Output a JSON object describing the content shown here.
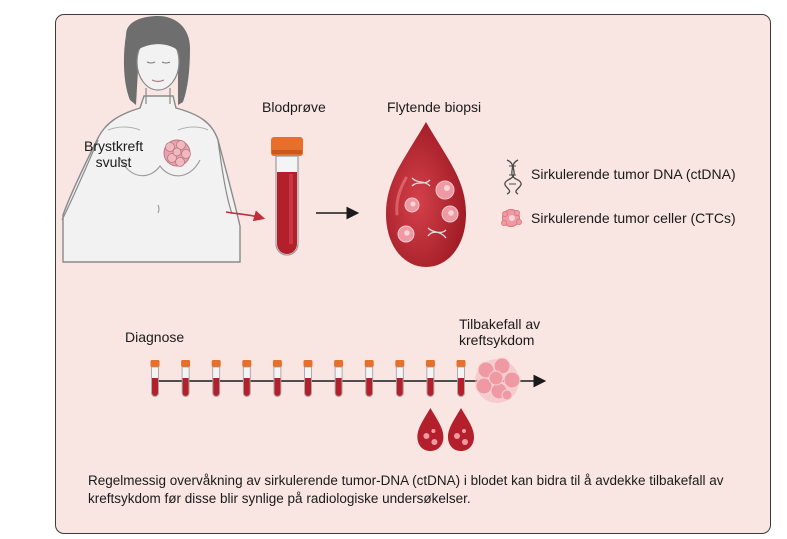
{
  "labels": {
    "tumor": "Brystkreft\nsvulst",
    "blood_sample": "Blodprøve",
    "liquid_biopsy": "Flytende biopsi",
    "diagnosis": "Diagnose",
    "relapse": "Tilbakefall av\nkreftsykdom"
  },
  "legend": {
    "ctdna": "Sirkulerende tumor DNA (ctDNA)",
    "ctc": "Sirkulerende tumor celler (CTCs)"
  },
  "caption": "Regelmessig overvåkning av sirkulerende tumor-DNA (ctDNA) i blodet kan bidra til å avdekke tilbakefall av kreftsykdom før disse blir synlige på radiologiske undersøkelser.",
  "timeline": {
    "tube_count": 11,
    "positive_after_tubes": [
      10,
      11
    ]
  },
  "colors": {
    "background": "#f9e6e3",
    "skin": "#f2f2f2",
    "blood": "#b3202b",
    "cap": "#e56f2b",
    "tumor": "#e4a3ad"
  },
  "icons": [
    "woman-torso-icon",
    "tumor-icon",
    "blood-tube-icon",
    "blood-drop-icon",
    "dna-icon",
    "tumor-cell-icon"
  ]
}
